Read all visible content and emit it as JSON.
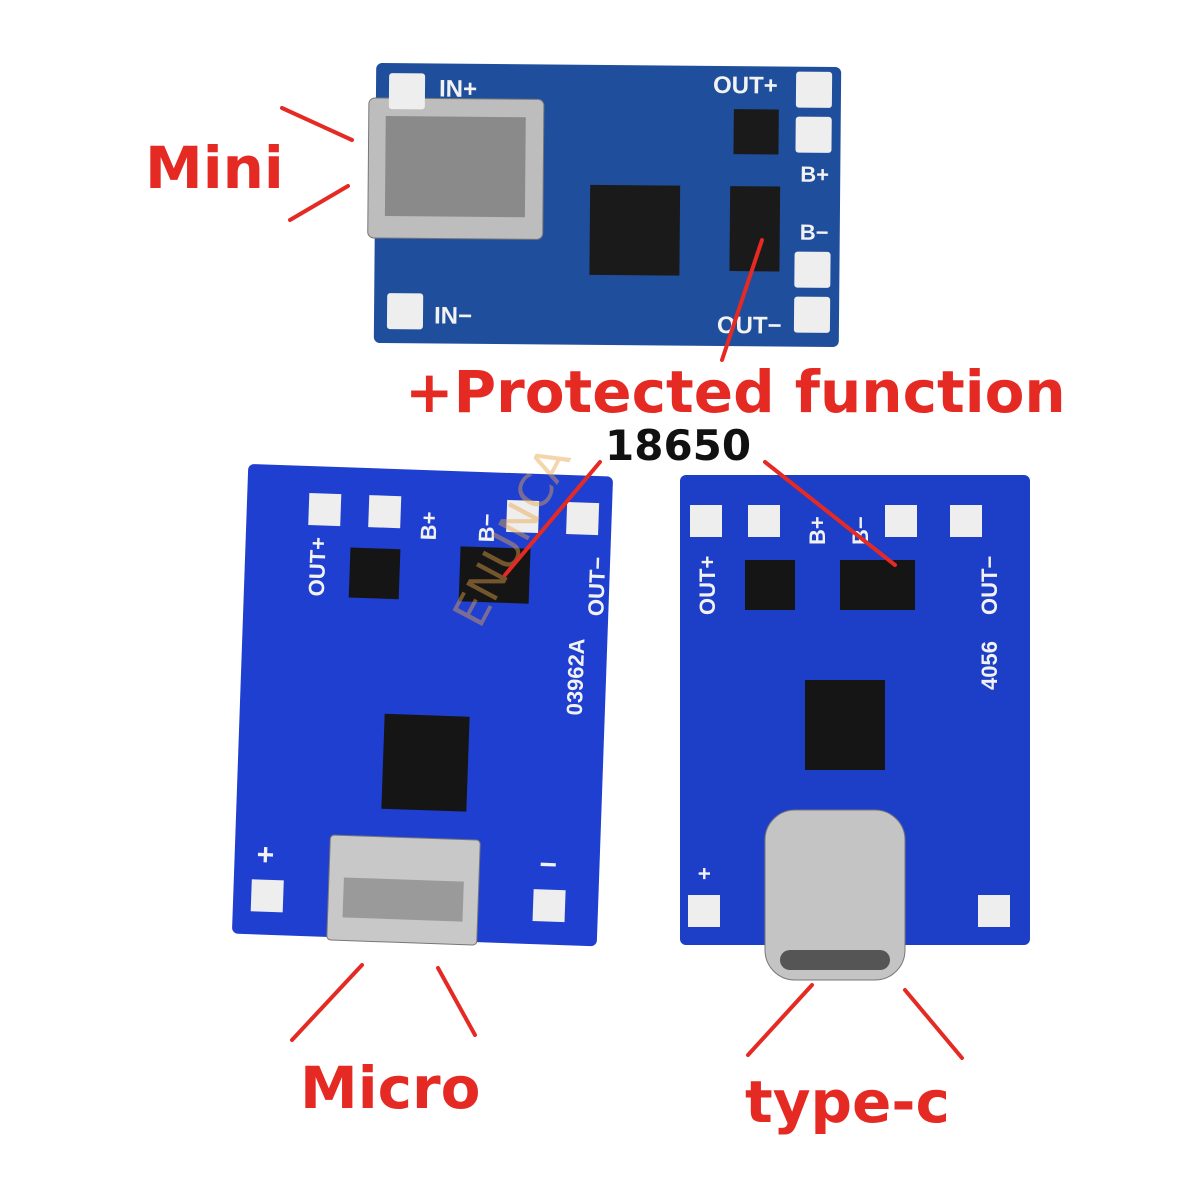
{
  "labels": {
    "mini": "Mini",
    "protected": "+Protected function",
    "battery": "18650",
    "micro": "Micro",
    "typec": "type-c"
  },
  "boards": {
    "mini": {
      "in_plus": "IN+",
      "in_minus": "IN−",
      "out_plus": "OUT+",
      "b_plus": "B+",
      "b_minus": "B−",
      "out_minus": "OUT−"
    },
    "micro": {
      "out_plus": "OUT+",
      "b_plus": "B+",
      "b_minus": "B−",
      "out_minus": "OUT−",
      "code": "03962A",
      "plus": "+",
      "minus": "−"
    },
    "typec": {
      "out_plus": "OUT+",
      "b_plus": "B+",
      "b_minus": "B−",
      "out_minus": "OUT−",
      "code": "4056",
      "plus": "+"
    }
  },
  "watermark": "ENUNCA",
  "colors": {
    "label_red": "#e52a24",
    "pcb_blue": "#1f3fd0",
    "pcb_blue_dark": "#1d4f9a"
  }
}
